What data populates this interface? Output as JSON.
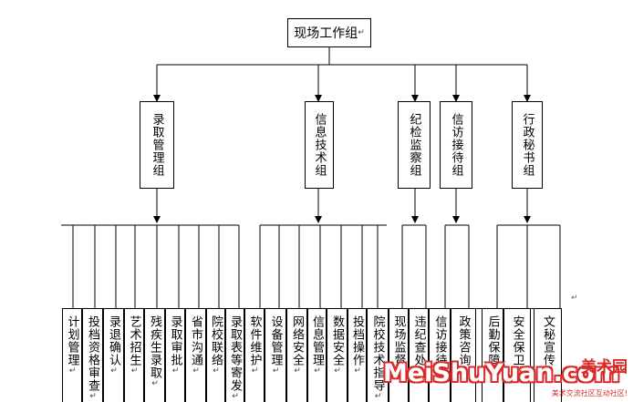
{
  "root": {
    "label": "现场工作组"
  },
  "groups": [
    {
      "label": "录取管理组"
    },
    {
      "label": "信息技术组"
    },
    {
      "label": "纪检监察组"
    },
    {
      "label": "信访接待组"
    },
    {
      "label": "行政秘书组"
    }
  ],
  "tasks": [
    {
      "label": "计划管理"
    },
    {
      "label": "投档资格审查"
    },
    {
      "label": "录退确认"
    },
    {
      "label": "艺术招生"
    },
    {
      "label": "残疾生录取"
    },
    {
      "label": "录取审批"
    },
    {
      "label": "省市沟通"
    },
    {
      "label": "院校联络"
    },
    {
      "label": "录取表等寄发"
    },
    {
      "label": "软件维护"
    },
    {
      "label": "设备管理"
    },
    {
      "label": "网络安全"
    },
    {
      "label": "信息管理"
    },
    {
      "label": "数据安全"
    },
    {
      "label": "投档操作"
    },
    {
      "label": "院校技术指导"
    },
    {
      "label": "现场监督"
    },
    {
      "label": "违纪查处"
    },
    {
      "label": "信访接待"
    },
    {
      "label": "政策咨询"
    },
    {
      "label": "后勤保障"
    },
    {
      "label": "安全保卫"
    },
    {
      "label": "文秘宣传"
    }
  ],
  "paragraph_mark": "↵",
  "watermark": {
    "text": "MeiShuYuan.com",
    "logo": "美术园",
    "subtitle": "美术交流社区互动社区!",
    "color": "#d92b2b"
  }
}
